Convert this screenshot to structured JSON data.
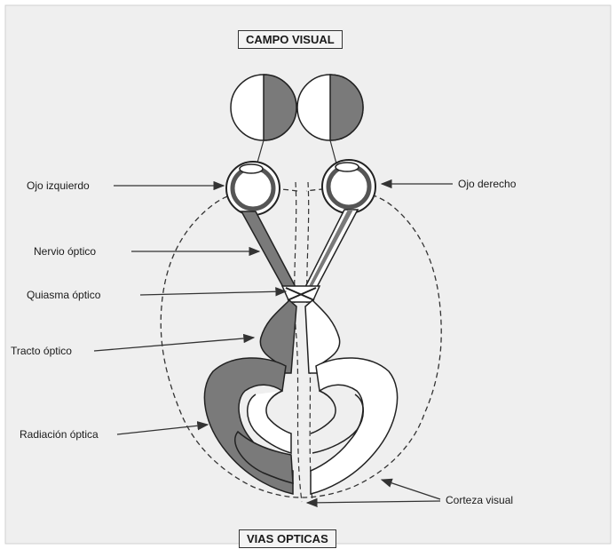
{
  "title": "CAMPO VISUAL",
  "footer_title": "VIAS OPTICAS",
  "labels": {
    "left_eye": "Ojo izquierdo",
    "right_eye": "Ojo derecho",
    "optic_nerve": "Nervio óptico",
    "optic_chiasm": "Quiasma óptico",
    "optic_tract": "Tracto óptico",
    "optic_radiation": "Radiación óptica",
    "visual_cortex": "Corteza visual"
  },
  "colors": {
    "pathway_fill": "#7a7a7a",
    "background": "#efefef",
    "line": "#333333"
  }
}
